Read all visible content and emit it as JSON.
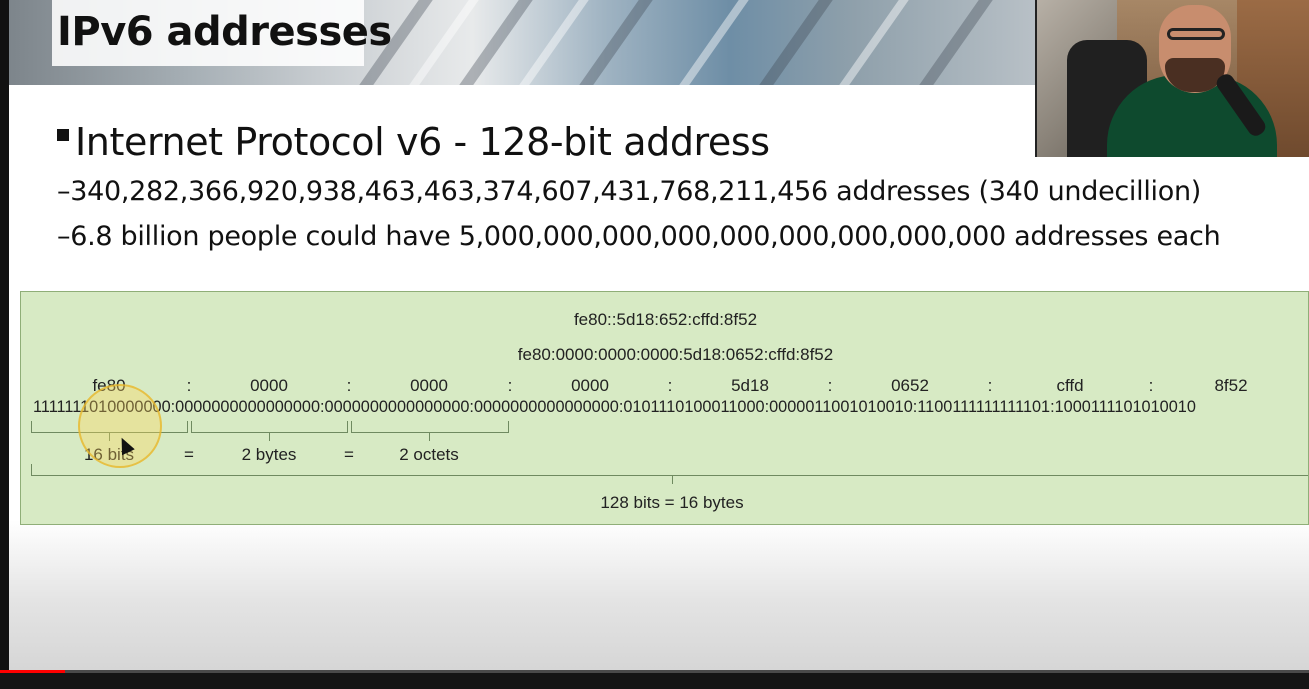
{
  "slide": {
    "title": "IPv6 addresses",
    "bullet": "Internet Protocol v6 - 128-bit address",
    "sub_points": [
      "–340,282,366,920,938,463,463,374,607,431,768,211,456 addresses (340 undecillion)",
      "–6.8 billion people could have 5,000,000,000,000,000,000,000,000,000 addresses each"
    ]
  },
  "diagram": {
    "compressed": "fe80::5d18:652:cffd:8f52",
    "expanded": "fe80:0000:0000:0000:5d18:0652:cffd:8f52",
    "hextets": [
      "fe80",
      ":",
      "0000",
      ":",
      "0000",
      ":",
      "0000",
      ":",
      "5d18",
      ":",
      "0652",
      ":",
      "cffd",
      ":",
      "8f52"
    ],
    "binary": "1111111010000000:0000000000000000:0000000000000000:0000000000000000:0101110100011000:0000011001010010:1100111111111101:1000111101010010",
    "labels": [
      "16 bits",
      "=",
      "2 bytes",
      "=",
      "2 octets"
    ],
    "total": "128 bits = 16 bytes"
  },
  "player": {
    "progress_fraction": 0.05
  },
  "colors": {
    "diagram_bg": "#d7eac4",
    "cursor_highlight": "#ffd75a",
    "progress": "#ff0000"
  }
}
